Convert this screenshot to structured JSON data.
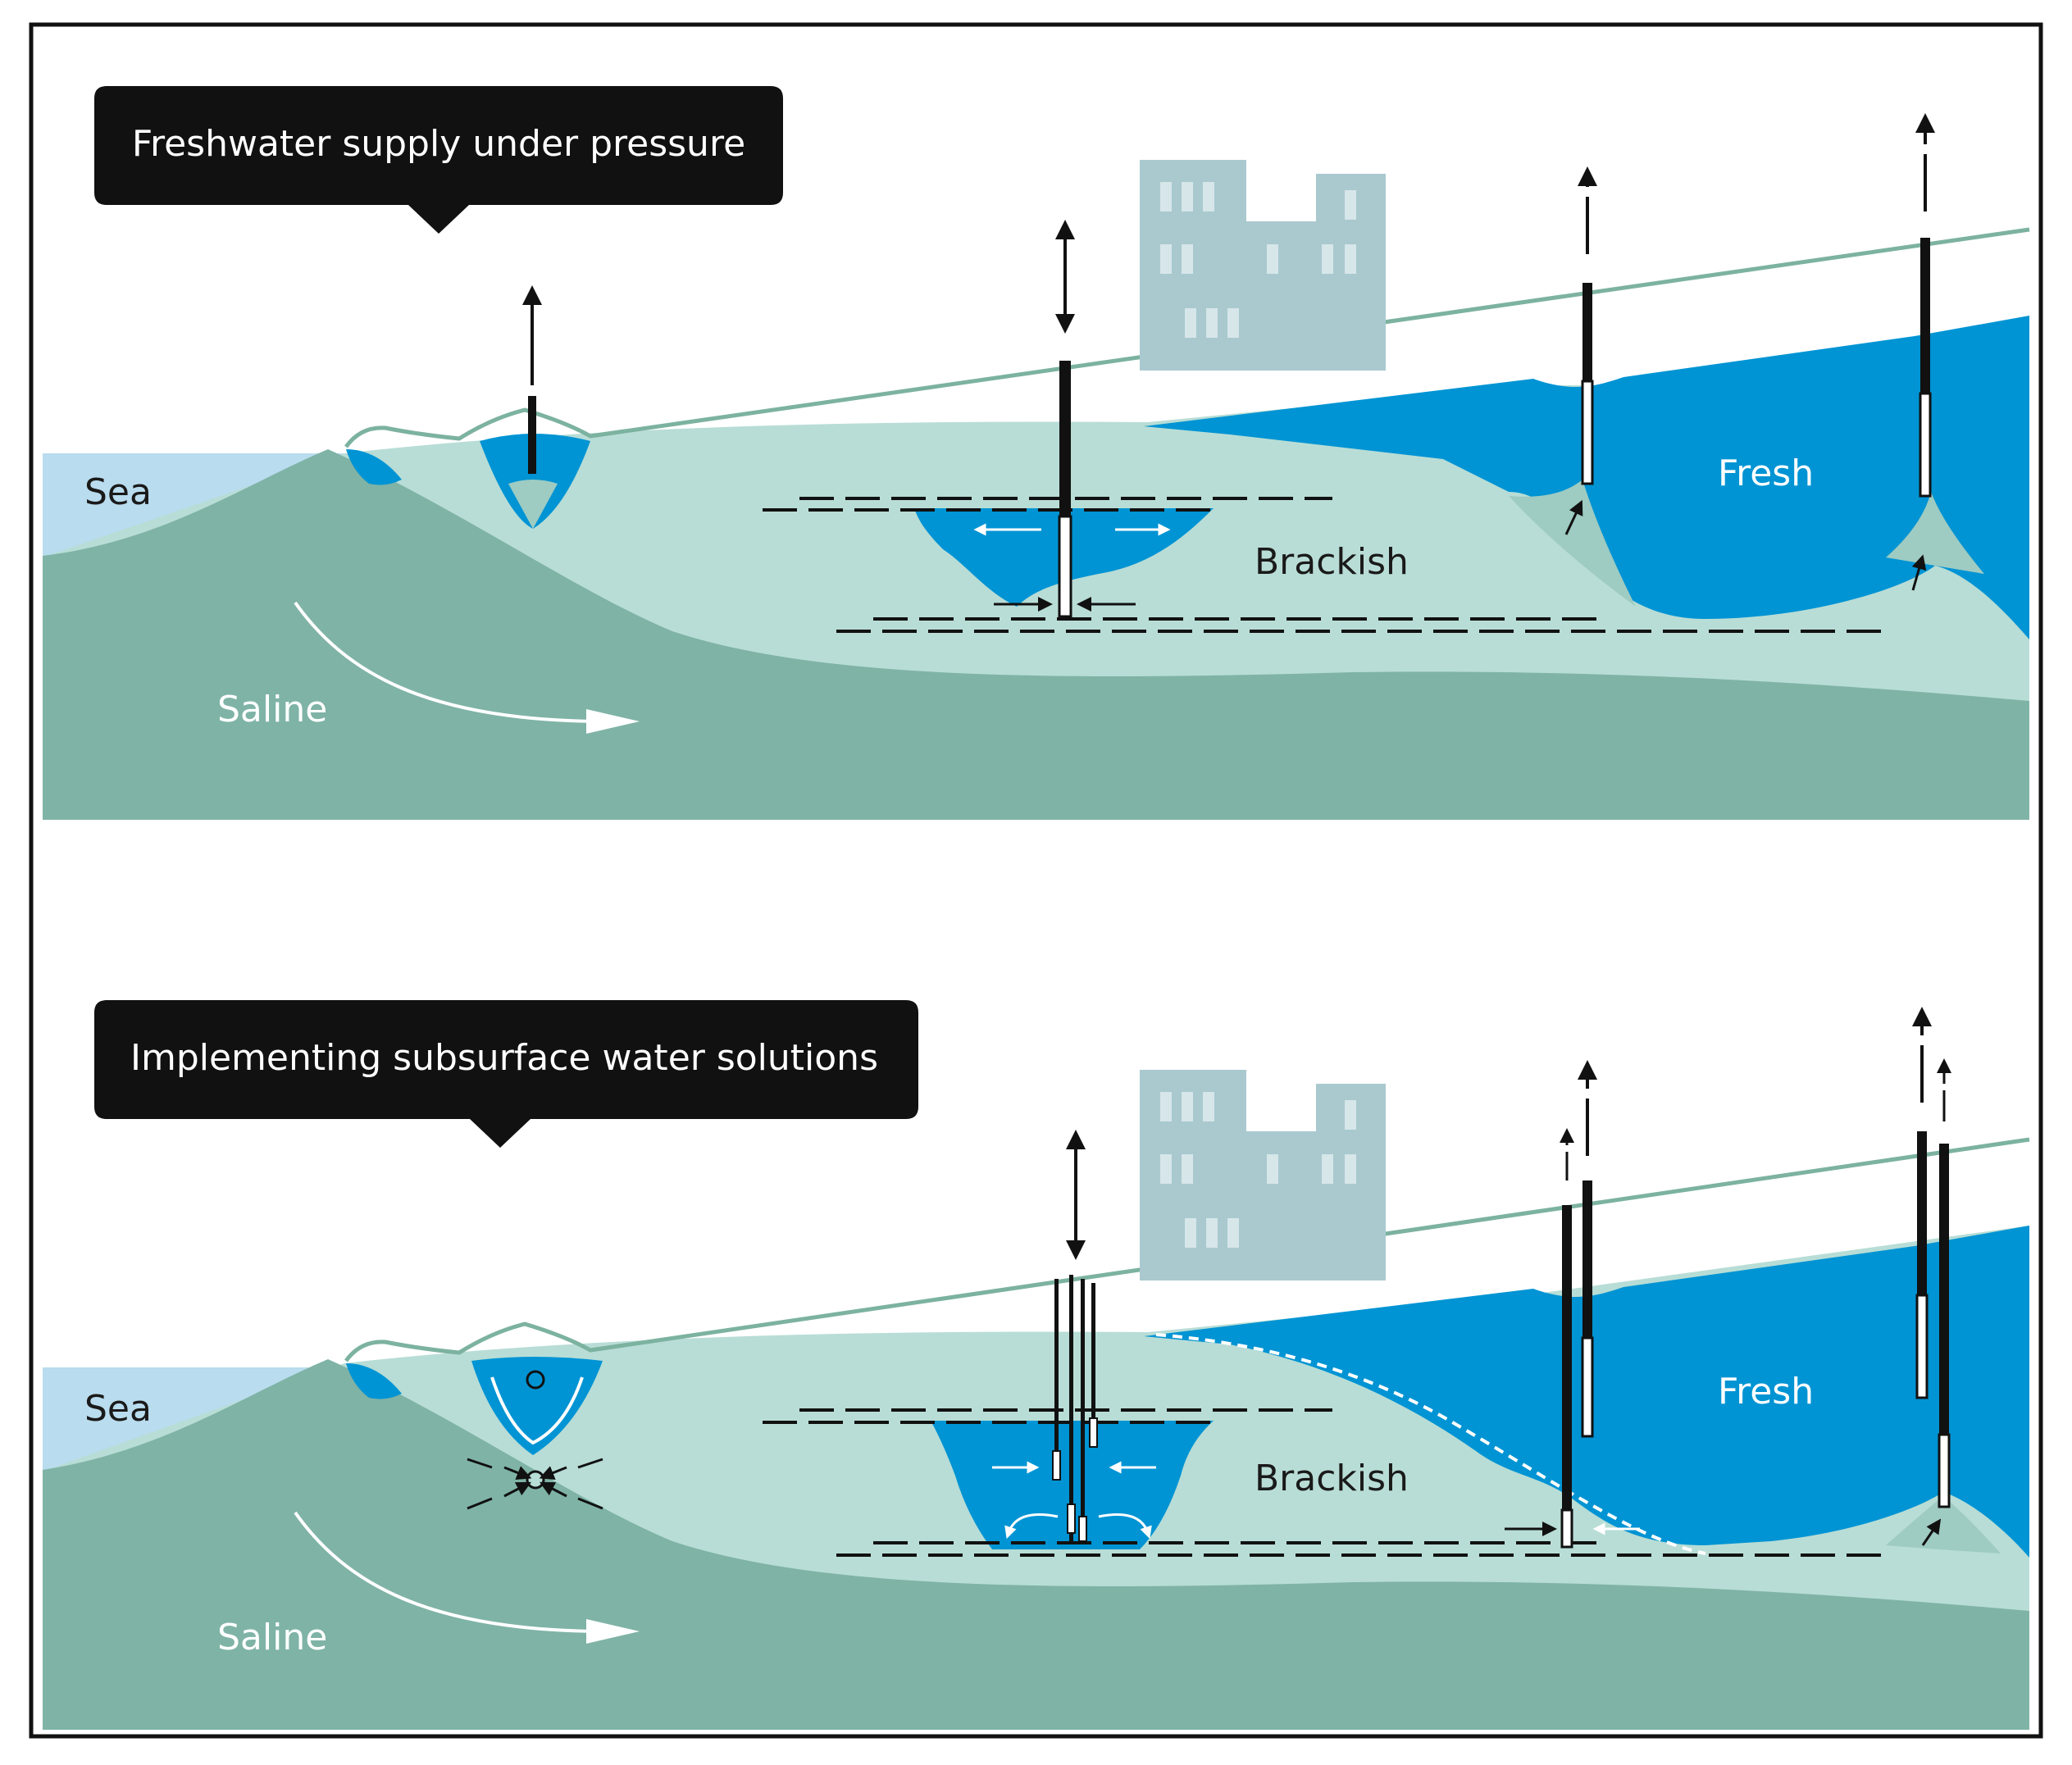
{
  "panels": [
    {
      "title": "Freshwater supply under pressure",
      "labels": {
        "sea": "Sea",
        "saline": "Saline",
        "brackish": "Brackish",
        "fresh": "Fresh"
      }
    },
    {
      "title": "Implementing subsurface water solutions",
      "labels": {
        "sea": "Sea",
        "saline": "Saline",
        "brackish": "Brackish",
        "fresh": "Fresh"
      }
    }
  ],
  "colors": {
    "sea": "#b9dcee",
    "saline": "#7fb3a6",
    "brackish": "#b8ddd6",
    "fresh": "#0094d4",
    "building": "#a9c9cf",
    "surface_line": "#7cb2a0",
    "title_box": "#111111"
  }
}
